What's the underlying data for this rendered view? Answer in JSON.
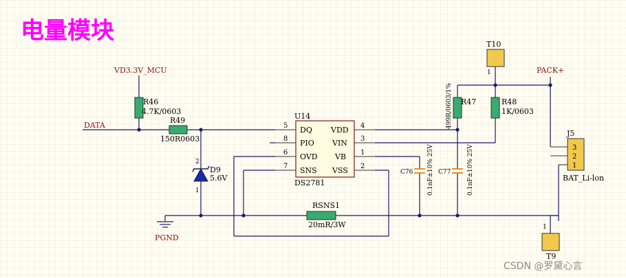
{
  "title": "电量模块",
  "watermark": "CSDN @罗黛心言",
  "nets": {
    "vcc": "VD3.3V_MCU",
    "data": "DATA",
    "pack": "PACK+",
    "gnd": "PGND"
  },
  "ic": {
    "ref": "U14",
    "part": "DS2781",
    "pins_left": [
      {
        "num": "5",
        "name": "DQ"
      },
      {
        "num": "8",
        "name": "PIO"
      },
      {
        "num": "6",
        "name": "OVD"
      },
      {
        "num": "7",
        "name": "SNS"
      }
    ],
    "pins_right": [
      {
        "num": "4",
        "name": "VDD"
      },
      {
        "num": "3",
        "name": "VIN"
      },
      {
        "num": "1",
        "name": "VB"
      },
      {
        "num": "2",
        "name": "VSS"
      }
    ]
  },
  "resistors": {
    "r46": {
      "ref": "R46",
      "value": "4.7K/0603"
    },
    "r49": {
      "ref": "R49",
      "value": "150R0603"
    },
    "r47": {
      "ref": "R47",
      "value": "499R/0603/1%"
    },
    "r48": {
      "ref": "R48",
      "value": "1K/0603"
    },
    "rsns1": {
      "ref": "RSNS1",
      "value": "20mR/3W"
    }
  },
  "capacitors": {
    "c76": {
      "ref": "C76",
      "value": "0.1nF±10% 25V"
    },
    "c77": {
      "ref": "C77",
      "value": "0.1nF±10% 25V"
    }
  },
  "diode": {
    "ref": "D9",
    "value": "5.6V",
    "pin_a": "2",
    "pin_k": "1"
  },
  "testpoints": {
    "t10": {
      "ref": "T10",
      "pin": "1"
    },
    "t9": {
      "ref": "T9",
      "pin": "1"
    }
  },
  "connector": {
    "ref": "J5",
    "part": "BAT_Li-lon",
    "pins": [
      "3",
      "2",
      "1"
    ]
  }
}
